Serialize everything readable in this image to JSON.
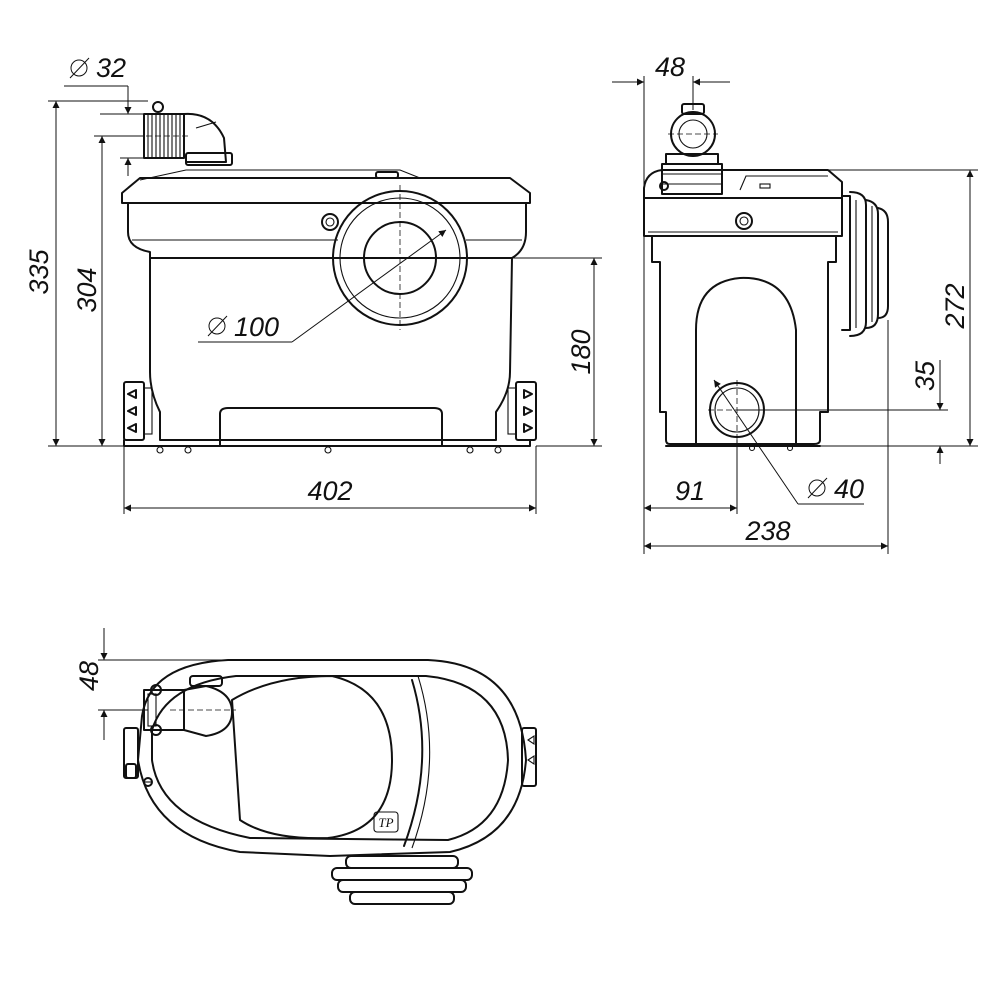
{
  "front_view": {
    "dims": {
      "pipe_diameter": "32",
      "overall_height": "335",
      "body_height": "304",
      "inlet_height": "180",
      "width": "402",
      "inlet_diameter": "100"
    }
  },
  "side_view": {
    "dims": {
      "top_offset": "48",
      "height": "272",
      "outlet_height": "35",
      "outlet_offset": "91",
      "depth": "238",
      "outlet_diameter": "40"
    }
  },
  "top_view": {
    "dims": {
      "offset": "48"
    },
    "logo_text": "TP"
  }
}
